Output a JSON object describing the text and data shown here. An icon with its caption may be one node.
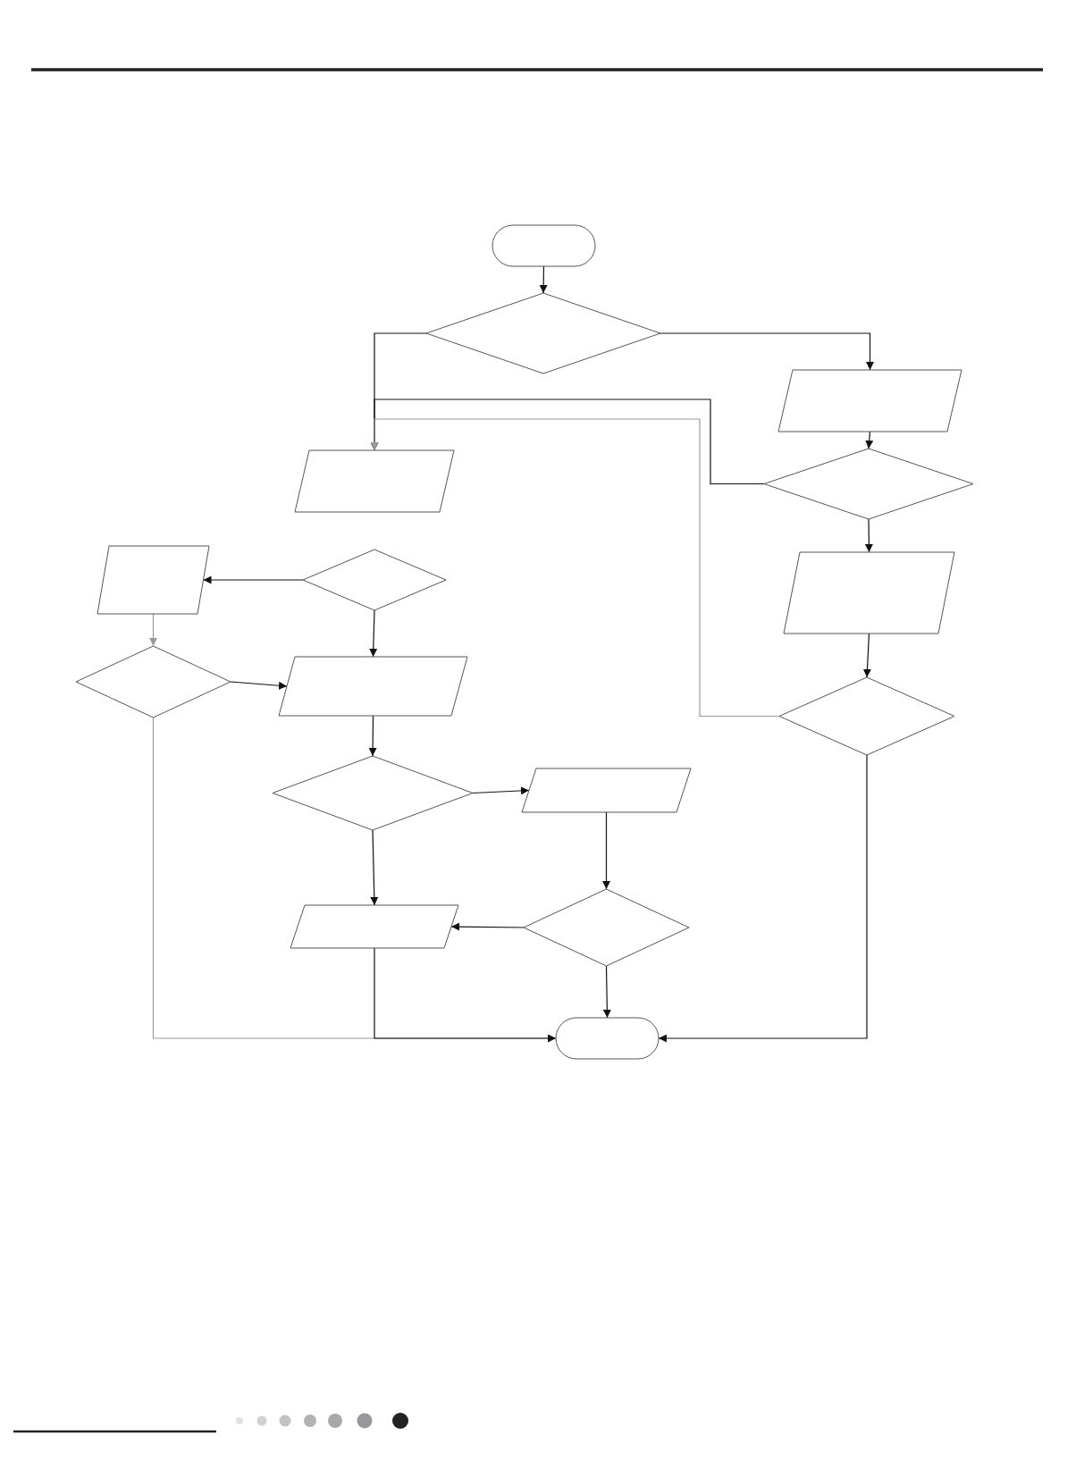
{
  "diagram": {
    "nodes": [
      {
        "text": [],
        "shape": "oval"
      },
      {
        "text": [],
        "shape": "diamond"
      },
      {
        "text": [],
        "shape": "parallelogram"
      },
      {
        "text": [],
        "shape": "parallelogram"
      },
      {
        "text": [],
        "shape": "diamond"
      },
      {
        "text": [],
        "shape": "parallelogram"
      },
      {
        "text": [],
        "shape": "diamond"
      },
      {
        "text": [],
        "shape": "parallelogram"
      },
      {
        "text": [],
        "shape": "diamond"
      },
      {
        "text": [],
        "shape": "parallelogram"
      },
      {
        "text": [],
        "shape": "diamond"
      },
      {
        "text": [],
        "shape": "diamond"
      },
      {
        "text": [],
        "shape": "parallelogram"
      },
      {
        "text": [],
        "shape": "parallelogram"
      },
      {
        "text": [],
        "shape": "diamond"
      },
      {
        "text": [],
        "shape": "oval"
      }
    ],
    "edges": [
      {
        "from": 0,
        "to": 1,
        "arrow": "to"
      },
      {
        "from": 1,
        "to": 3,
        "arrow": "to"
      },
      {
        "from": 1,
        "to": 2,
        "arrow": "to"
      },
      {
        "from": 2,
        "to": 4,
        "arrow": "to"
      },
      {
        "from": 4,
        "to": 3,
        "arrow": "to"
      },
      {
        "from": 4,
        "to": 7,
        "arrow": "to"
      },
      {
        "from": 6,
        "to": 5,
        "arrow": "to"
      },
      {
        "from": 5,
        "to": 8,
        "arrow": "to",
        "color": "#9a9a9a"
      },
      {
        "from": 6,
        "to": 9,
        "arrow": "to"
      },
      {
        "from": 8,
        "to": 9,
        "arrow": "to"
      },
      {
        "from": 8,
        "to": 15,
        "arrow": "to",
        "color": "#9a9a9a"
      },
      {
        "from": 9,
        "to": 11,
        "arrow": "to"
      },
      {
        "from": 11,
        "to": 12,
        "arrow": "to"
      },
      {
        "from": 11,
        "to": 13,
        "arrow": "to"
      },
      {
        "from": 12,
        "to": 14,
        "arrow": "to"
      },
      {
        "from": 14,
        "to": 13,
        "arrow": "to"
      },
      {
        "from": 14,
        "to": 15,
        "arrow": "to"
      },
      {
        "from": 13,
        "to": 15,
        "arrow": "to"
      },
      {
        "from": 7,
        "to": 10,
        "arrow": "to"
      },
      {
        "from": 10,
        "to": 3,
        "arrow": "to",
        "color": "#9a9a9a"
      },
      {
        "from": 10,
        "to": 15,
        "arrow": "to"
      }
    ]
  }
}
